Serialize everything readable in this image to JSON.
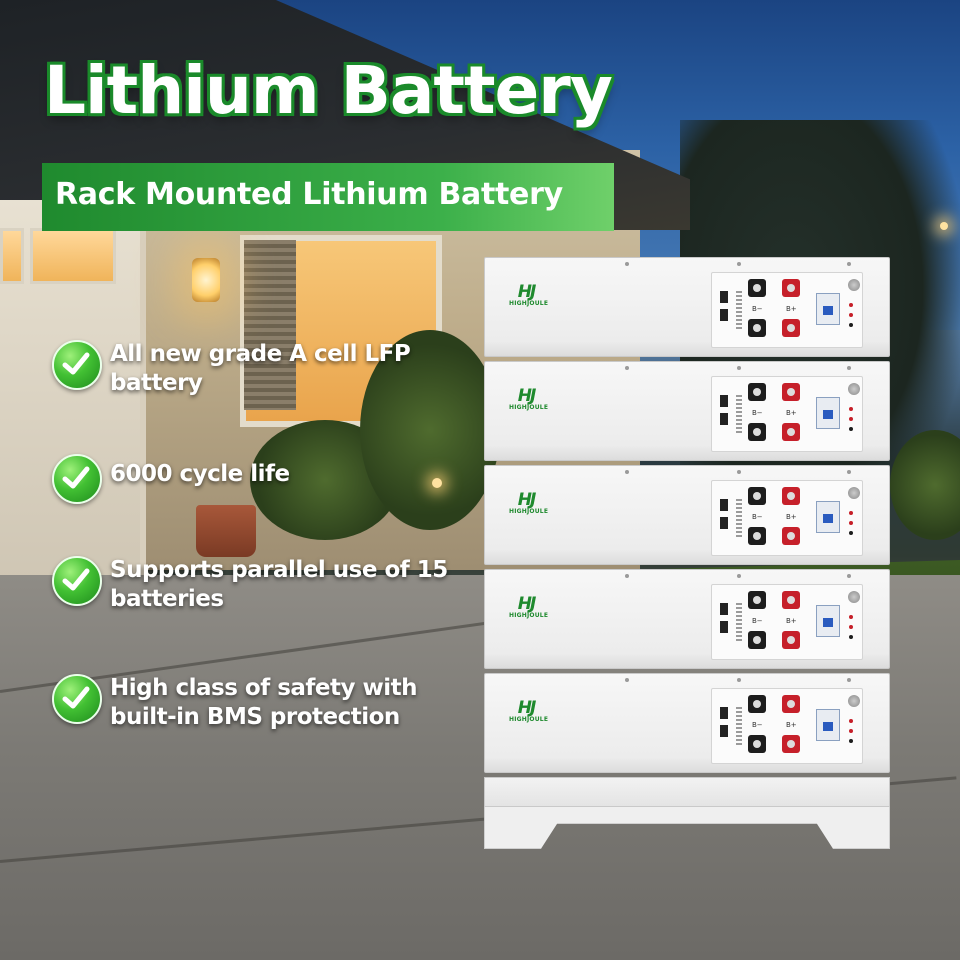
{
  "poster": {
    "title": "Lithium Battery",
    "subtitle": "Rack Mounted Lithium Battery",
    "features": [
      {
        "line1": "All new grade A cell LFP",
        "line2": "battery",
        "icon": "check-circle-icon"
      },
      {
        "line1": "6000 cycle life",
        "line2": "",
        "icon": "check-circle-icon"
      },
      {
        "line1": "Supports parallel use of 15",
        "line2": "batteries",
        "icon": "check-circle-icon"
      },
      {
        "line1": "High class of safety with",
        "line2": "built-in BMS protection",
        "icon": "check-circle-icon"
      }
    ]
  },
  "battery": {
    "brand_mark": "HJ",
    "brand_name": "HIGHJOULE",
    "neg_label": "B−",
    "pos_label": "B+",
    "module_count": 5
  },
  "colors": {
    "brand_green": "#1f8a2e",
    "terminal_red": "#c6202a",
    "terminal_black": "#1d1d1d"
  }
}
